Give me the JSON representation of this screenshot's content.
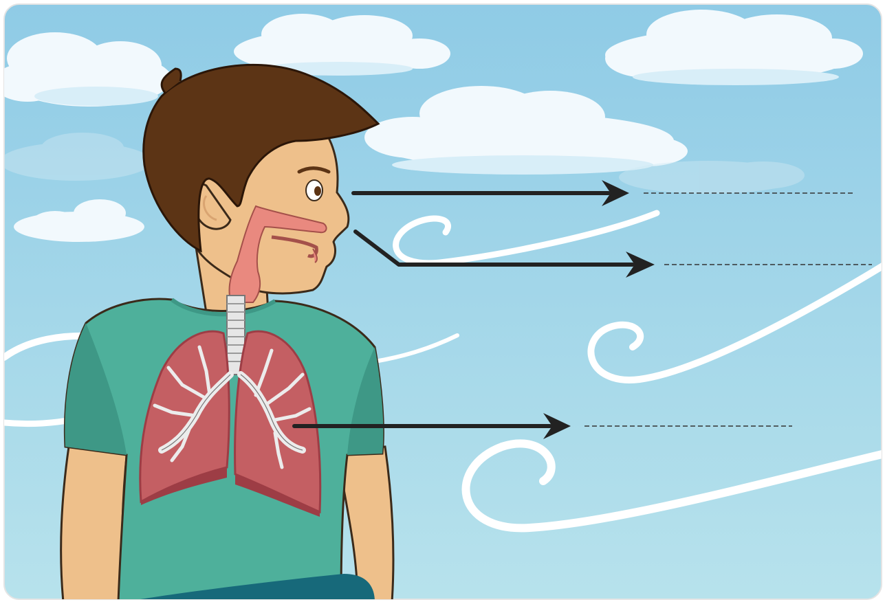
{
  "colors": {
    "sky_top": "#8fcbe6",
    "sky_bottom": "#b7e2ec",
    "cloud": "#f2f9fd",
    "cloud_shadow": "#d8eef8",
    "hair": "#5c3415",
    "skin": "#eec08b",
    "skin_shadow": "#d9a471",
    "shirt": "#4eb09b",
    "shirt_dark": "#3e9886",
    "airway": "#e9897f",
    "lung": "#c45f63",
    "lung_dark": "#9d3d45",
    "trachea": "#e6e6e6",
    "arrow": "#222222",
    "wind": "#ffffff",
    "pants": "#17697a"
  },
  "labels": {
    "blank_1": "",
    "blank_2": "",
    "blank_3": ""
  },
  "icons": {
    "arrow_1": "arrow-right",
    "arrow_2": "bent-arrow-right",
    "arrow_3": "arrow-right"
  }
}
